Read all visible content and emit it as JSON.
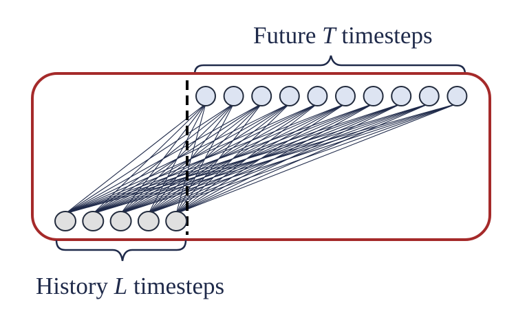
{
  "future_label": {
    "prefix": "Future",
    "variable": "T",
    "suffix": "timesteps"
  },
  "history_label": {
    "prefix": "History",
    "variable": "L",
    "suffix": "timesteps"
  },
  "history_node_count": 5,
  "future_node_count": 10,
  "colors": {
    "text": "#1f2a4a",
    "bracket": "#1f2a4a",
    "frame": "#a52a2a",
    "edge": "#1f2a4a",
    "history_fill": "#e0e0e0",
    "future_fill": "#dde4f2",
    "node_stroke": "#222b3d",
    "divider": "#000000"
  }
}
